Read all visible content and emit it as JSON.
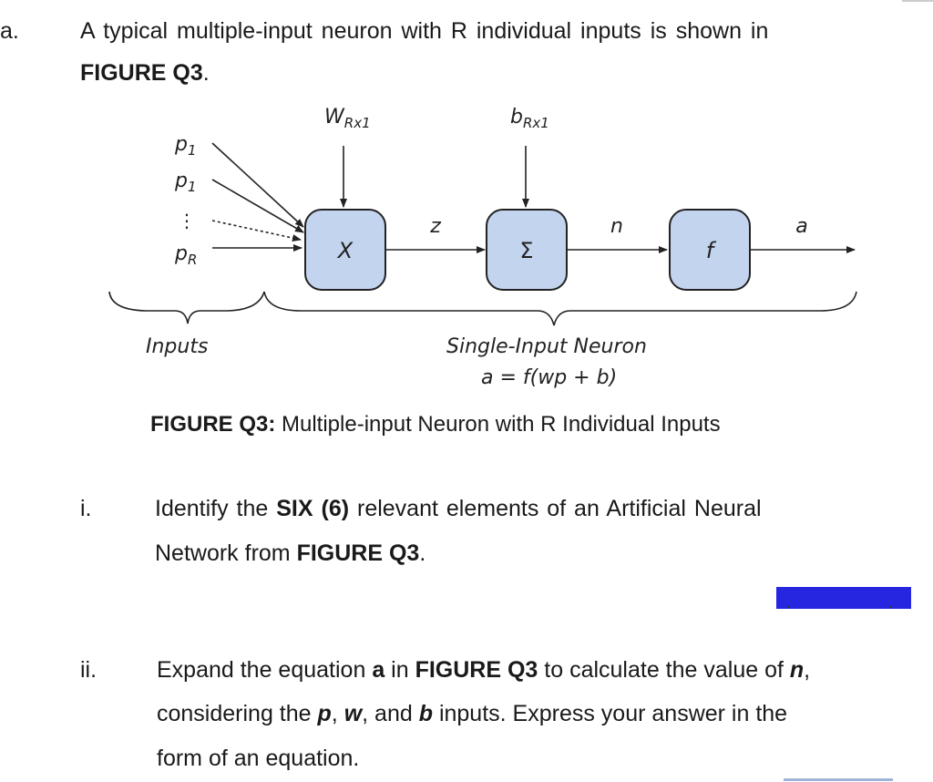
{
  "question": {
    "label": "a.",
    "line1": "A typical multiple-input neuron with R individual inputs is shown in",
    "line2": "FIGURE Q3",
    "line2_end": "."
  },
  "figure": {
    "inputs": {
      "p1a": "p",
      "p1a_sub": "1",
      "p1b": "p",
      "p1b_sub": "1",
      "pr": "p",
      "pr_sub": "R",
      "dots": "⋮"
    },
    "weight_label": "W",
    "weight_sub": "Rx1",
    "bias_label": "b",
    "bias_sub": "Rx1",
    "mult_symbol": "X",
    "sum_symbol": "Σ",
    "func_symbol": "f",
    "z_label": "z",
    "n_label": "n",
    "a_label": "a",
    "inputs_caption": "Inputs",
    "neuron_caption": "Single-Input Neuron",
    "equation": "a = f(wp + b)"
  },
  "caption": {
    "bold": "FIGURE Q3:",
    "text": " Multiple-input Neuron with R Individual Inputs"
  },
  "part_i": {
    "label": "i.",
    "t1": "Identify the ",
    "b1": "SIX (6)",
    "t2": " relevant elements of an Artificial Neural",
    "t3": "Network from ",
    "b2": "FIGURE Q3",
    "t4": "."
  },
  "part_ii": {
    "label": "ii.",
    "t1": "Expand the equation ",
    "b1": "a",
    "t2": " in ",
    "b2": "FIGURE Q3",
    "t3": " to calculate the value of ",
    "b3": "n",
    "t4": ",",
    "l2a": "considering the ",
    "l2b": "p",
    "l2c": ", ",
    "l2d": "w",
    "l2e": ", and ",
    "l2f": "b",
    "l2g": " inputs. Express your answer in the",
    "l3": "form of an equation."
  },
  "colors": {
    "box_fill": "#c3d4ef",
    "box_stroke": "#222222",
    "redaction": "#2626e0"
  }
}
